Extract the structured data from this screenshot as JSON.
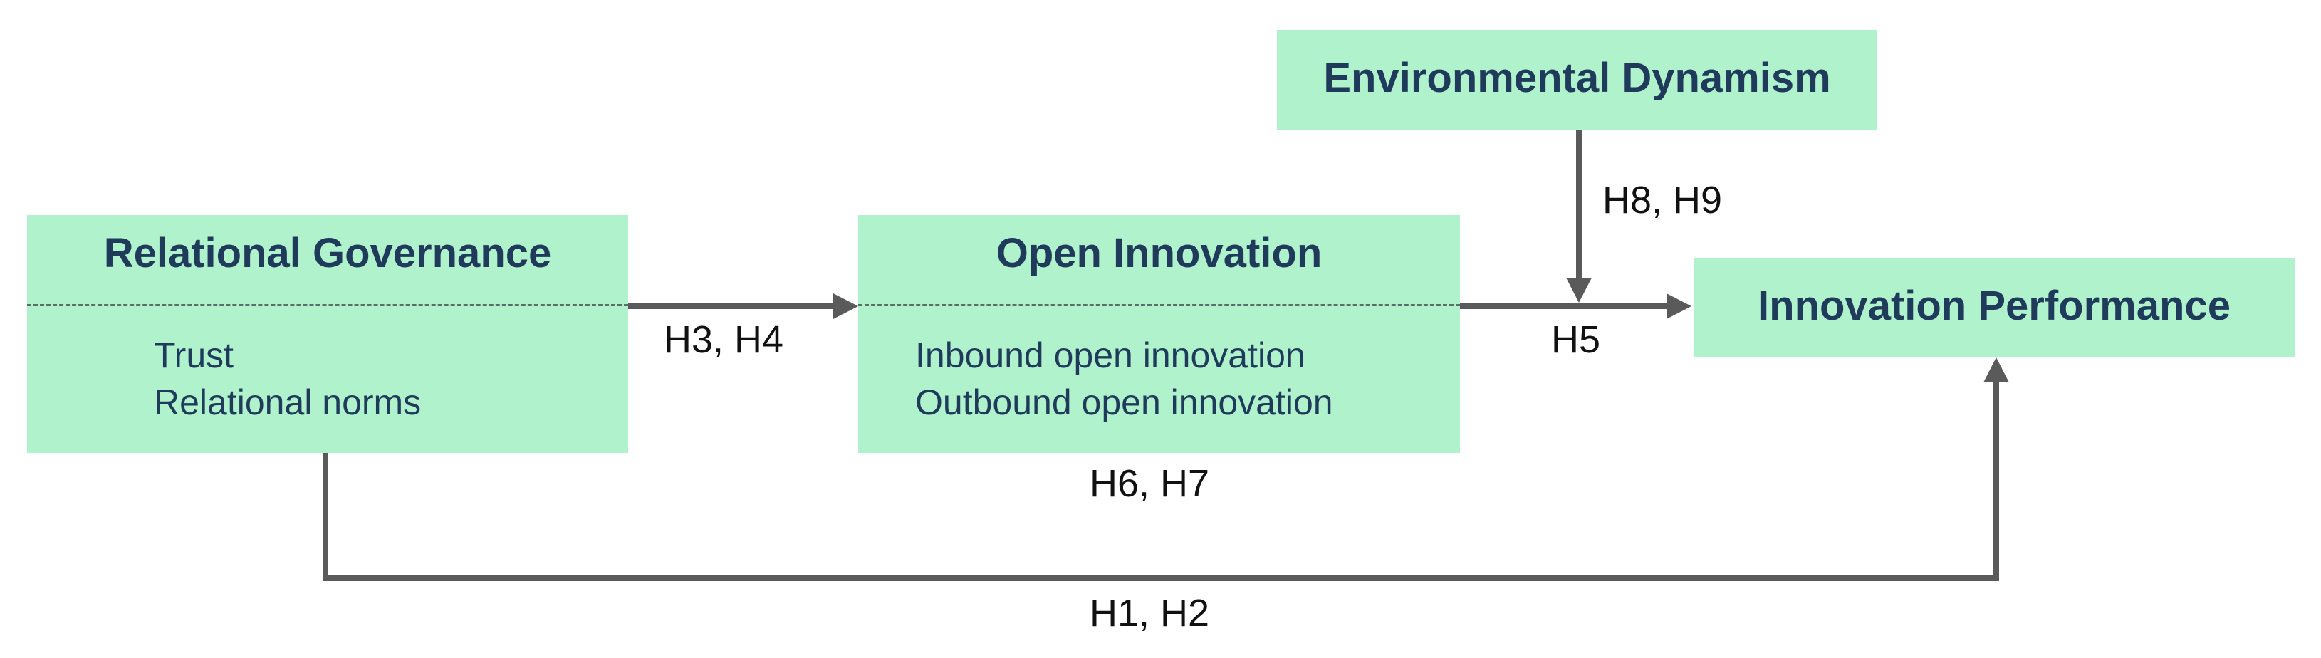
{
  "nodes": {
    "relational_governance": {
      "title": "Relational Governance",
      "items": [
        "Trust",
        "Relational norms"
      ]
    },
    "open_innovation": {
      "title": "Open Innovation",
      "items": [
        "Inbound open innovation",
        "Outbound open innovation"
      ]
    },
    "environmental_dynamism": {
      "title": "Environmental Dynamism"
    },
    "innovation_performance": {
      "title": "Innovation Performance"
    }
  },
  "edges": {
    "rg_to_oi": "H3, H4",
    "oi_to_ip": "H5",
    "ed_moderation": "H8, H9",
    "mediation": "H6, H7",
    "rg_to_ip": "H1, H2"
  },
  "colors": {
    "box_fill": "#aff2cc",
    "title_text": "#1f3a5a",
    "arrow": "#5a5a5a"
  }
}
